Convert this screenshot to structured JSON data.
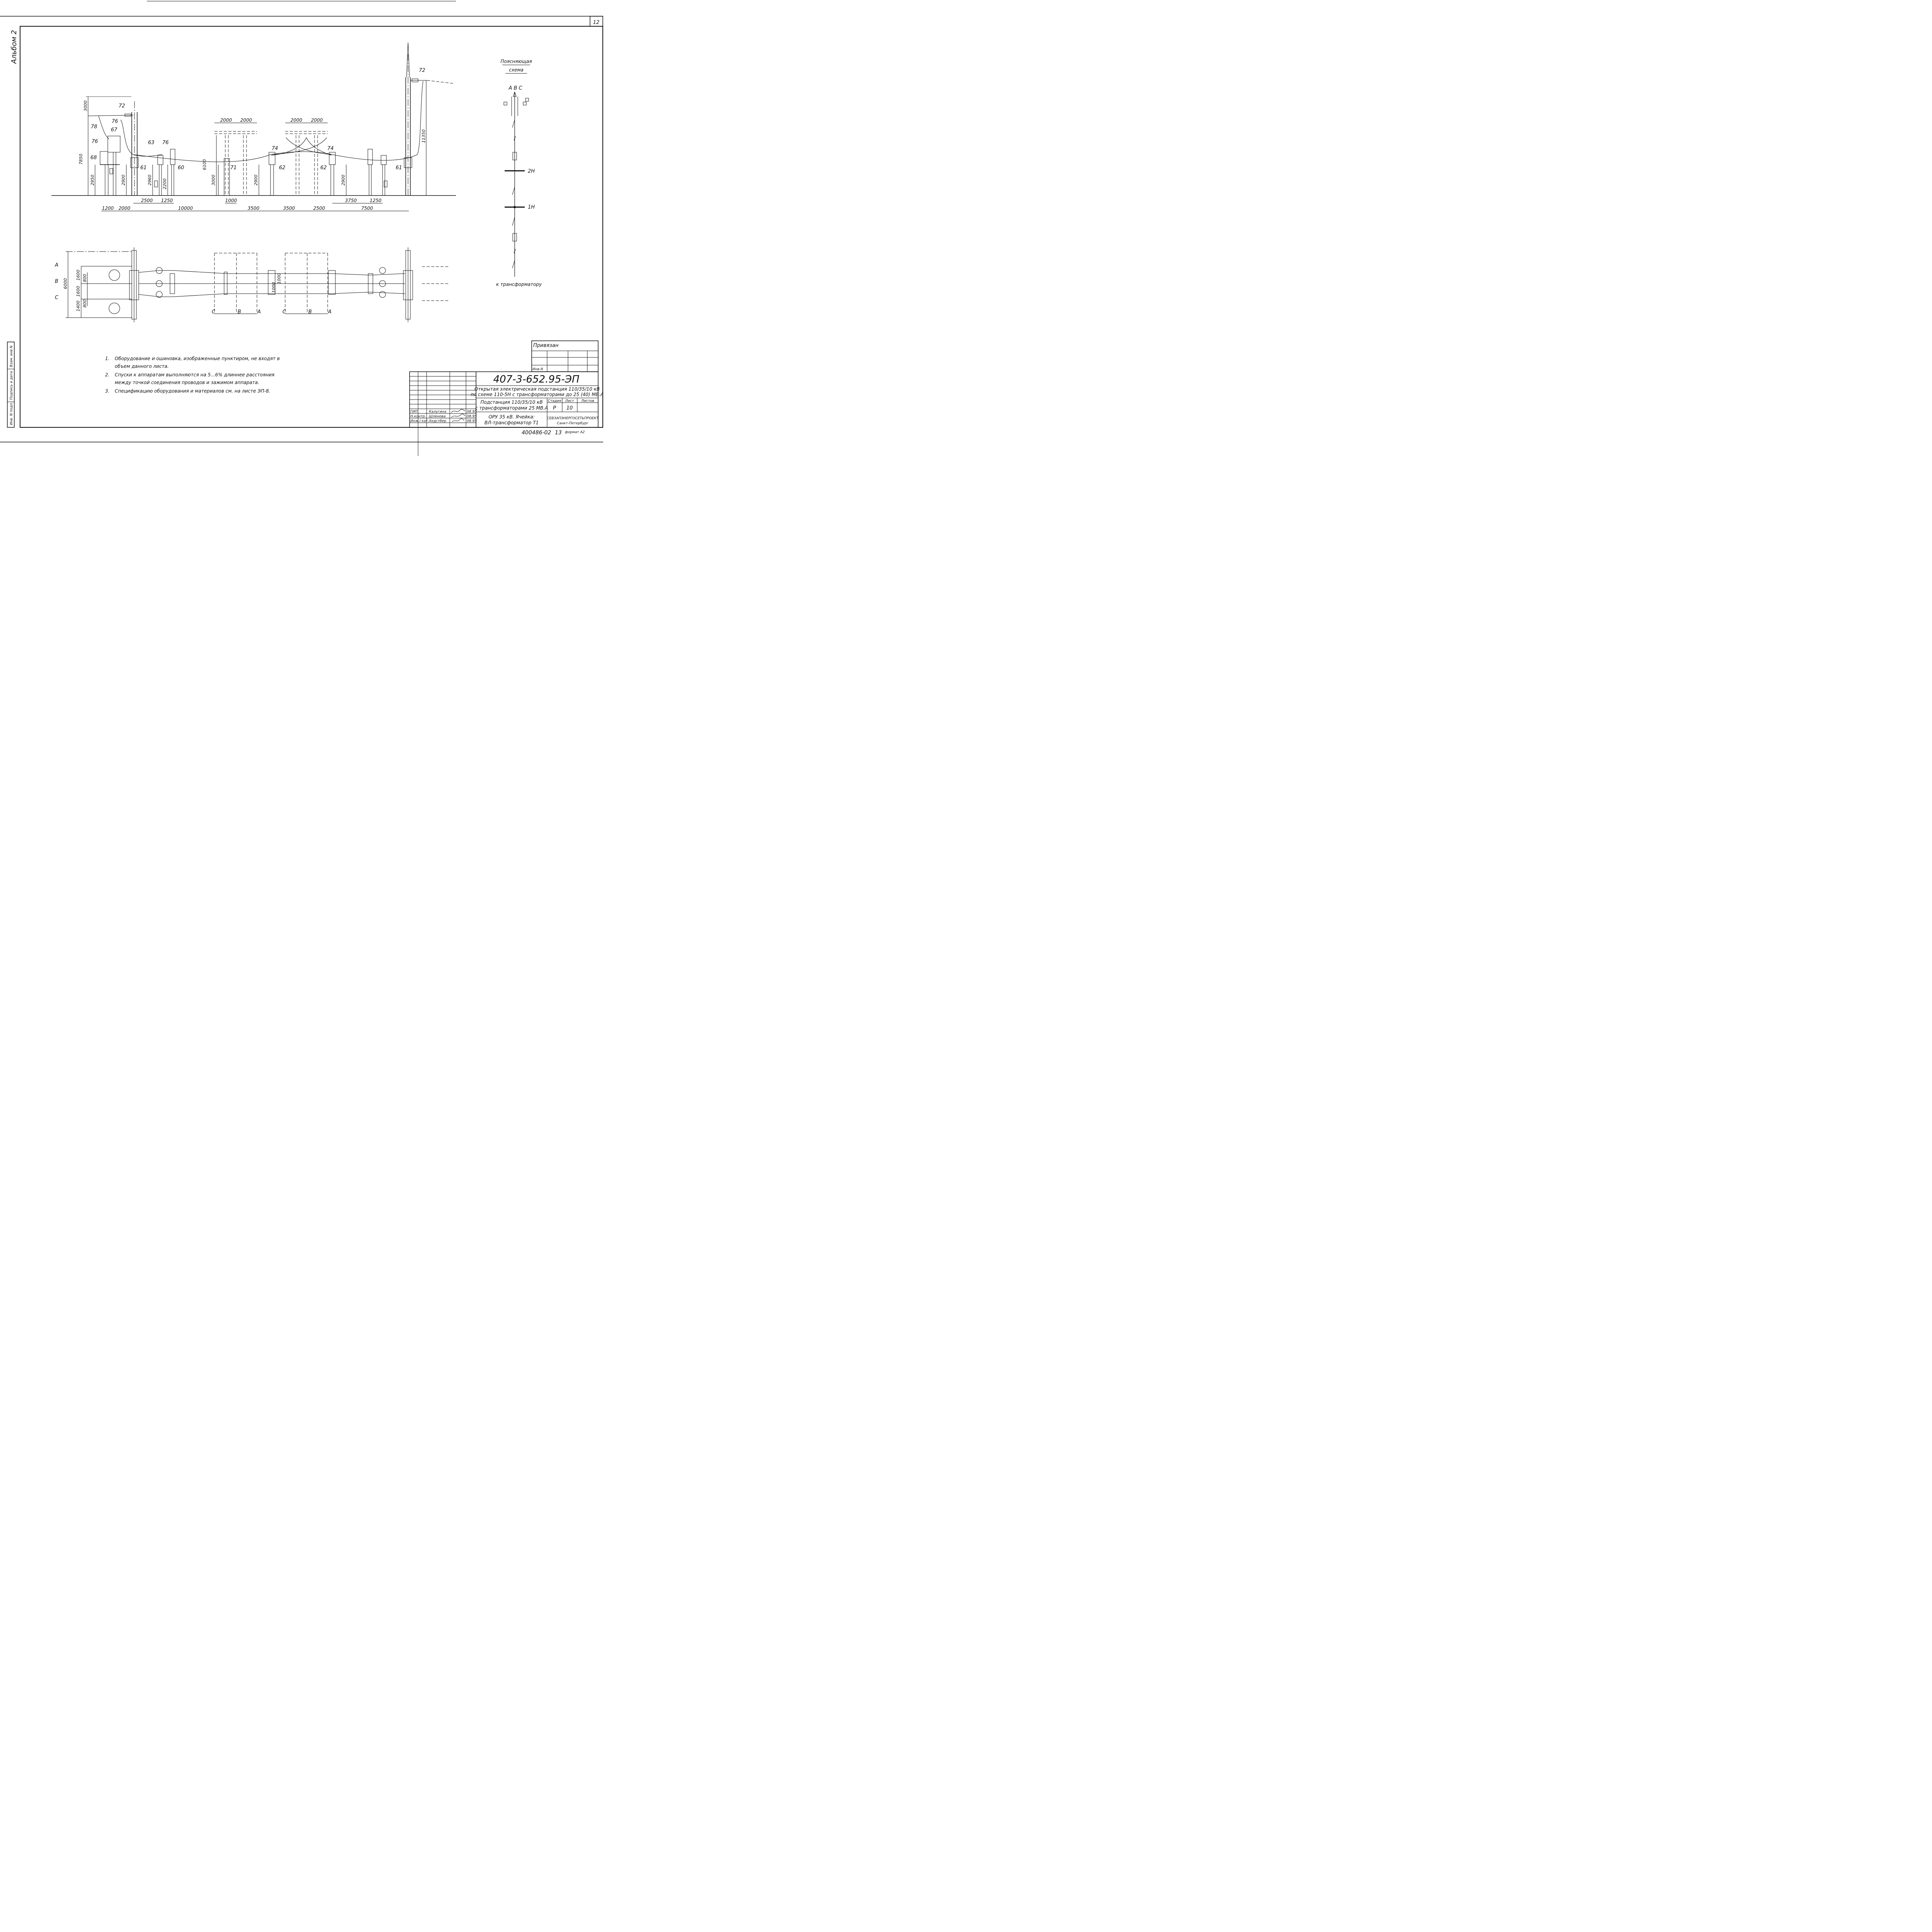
{
  "sheet": {
    "album": "Альбом 2",
    "sheet_number": "12",
    "side_stamp": {
      "inv_podl": "Инв. N подл.",
      "podpis_data": "Подпись и дата",
      "vzam_inv": "Взам. инв N"
    }
  },
  "elevation": {
    "labels": [
      "72",
      "78",
      "76",
      "67",
      "76",
      "68",
      "63",
      "76",
      "61",
      "60",
      "71",
      "74",
      "62",
      "74",
      "62",
      "61",
      "72"
    ],
    "vertical_dims": [
      "3000",
      "7850",
      "2950",
      "2900",
      "2960",
      "2200",
      "6100",
      "3000",
      "2900",
      "2900",
      "11350"
    ],
    "top_dims": [
      "2000",
      "2000",
      "2000",
      "2000"
    ],
    "bottom_row1": [
      "2500",
      "1250",
      "1000",
      "3750",
      "1250"
    ],
    "bottom_row2": [
      "1200",
      "2000",
      "10000",
      "3500",
      "3500",
      "2500",
      "7500"
    ]
  },
  "plan": {
    "phase_labels": [
      "A",
      "B",
      "C"
    ],
    "dims": [
      "6000",
      "1600",
      "1600",
      "1400",
      "800",
      "800",
      "1000",
      "1000"
    ],
    "bus_phases": [
      "C",
      "B",
      "A",
      "C",
      "B",
      "A"
    ]
  },
  "explanatory_scheme": {
    "title_line1": "Поясняющая",
    "title_line2": "схема",
    "phases": "A B C",
    "bus2": "2Н",
    "bus1": "1Н",
    "to_transformer": "к трансформатору"
  },
  "notes": [
    {
      "num": "1.",
      "line1": "Оборудование и ошиновка, изображенные пунктиром, не входят в",
      "line2": "объем данного листа."
    },
    {
      "num": "2.",
      "line1": "Спуски к аппаратам выполняются на 5...6% длиннее расстояния",
      "line2": "между точкой соединения проводов и зажимом аппарата."
    },
    {
      "num": "3.",
      "line1": "Спецификацию оборудования и материалов см. на листе ЭП-8.",
      "line2": ""
    }
  ],
  "title_block": {
    "privyazan": "Привязан",
    "inv_n": "Инв.N",
    "doc_code": "407-3-652.95-ЭП",
    "project_line1": "Открытая электрическая подстанция 110/35/10 кВ",
    "project_line2": "по схеме 110-5Н с трансформаторами до 25 (40) МВ.А",
    "object_line1": "Подстанция 110/35/10 кВ",
    "object_line2": "с трансформаторами 25 МВ.А",
    "sheet_line1": "ОРУ 35 кВ. Ячейка:",
    "sheet_line2": "ВЛ-трансформатор Т1",
    "stage_header": "Стадия",
    "sheet_header": "Лист",
    "sheets_header": "Листов",
    "stage": "Р",
    "sheet": "10",
    "sheets": "",
    "org_line1": "СЕВЗАПЭНЕРГОСЕТЬПРОЕКТ",
    "org_line2": "Санкт-Петербург",
    "people": [
      {
        "role": "ГИП",
        "name": "Калугина",
        "date": "08.95"
      },
      {
        "role": "Н.контр.",
        "name": "Шленова",
        "date": "08.95"
      },
      {
        "role": "Инж.I кат.",
        "name": "Хедстбер",
        "date": "08.95"
      }
    ],
    "archive": "400486-02",
    "copy": "13",
    "format": "формат А2"
  }
}
